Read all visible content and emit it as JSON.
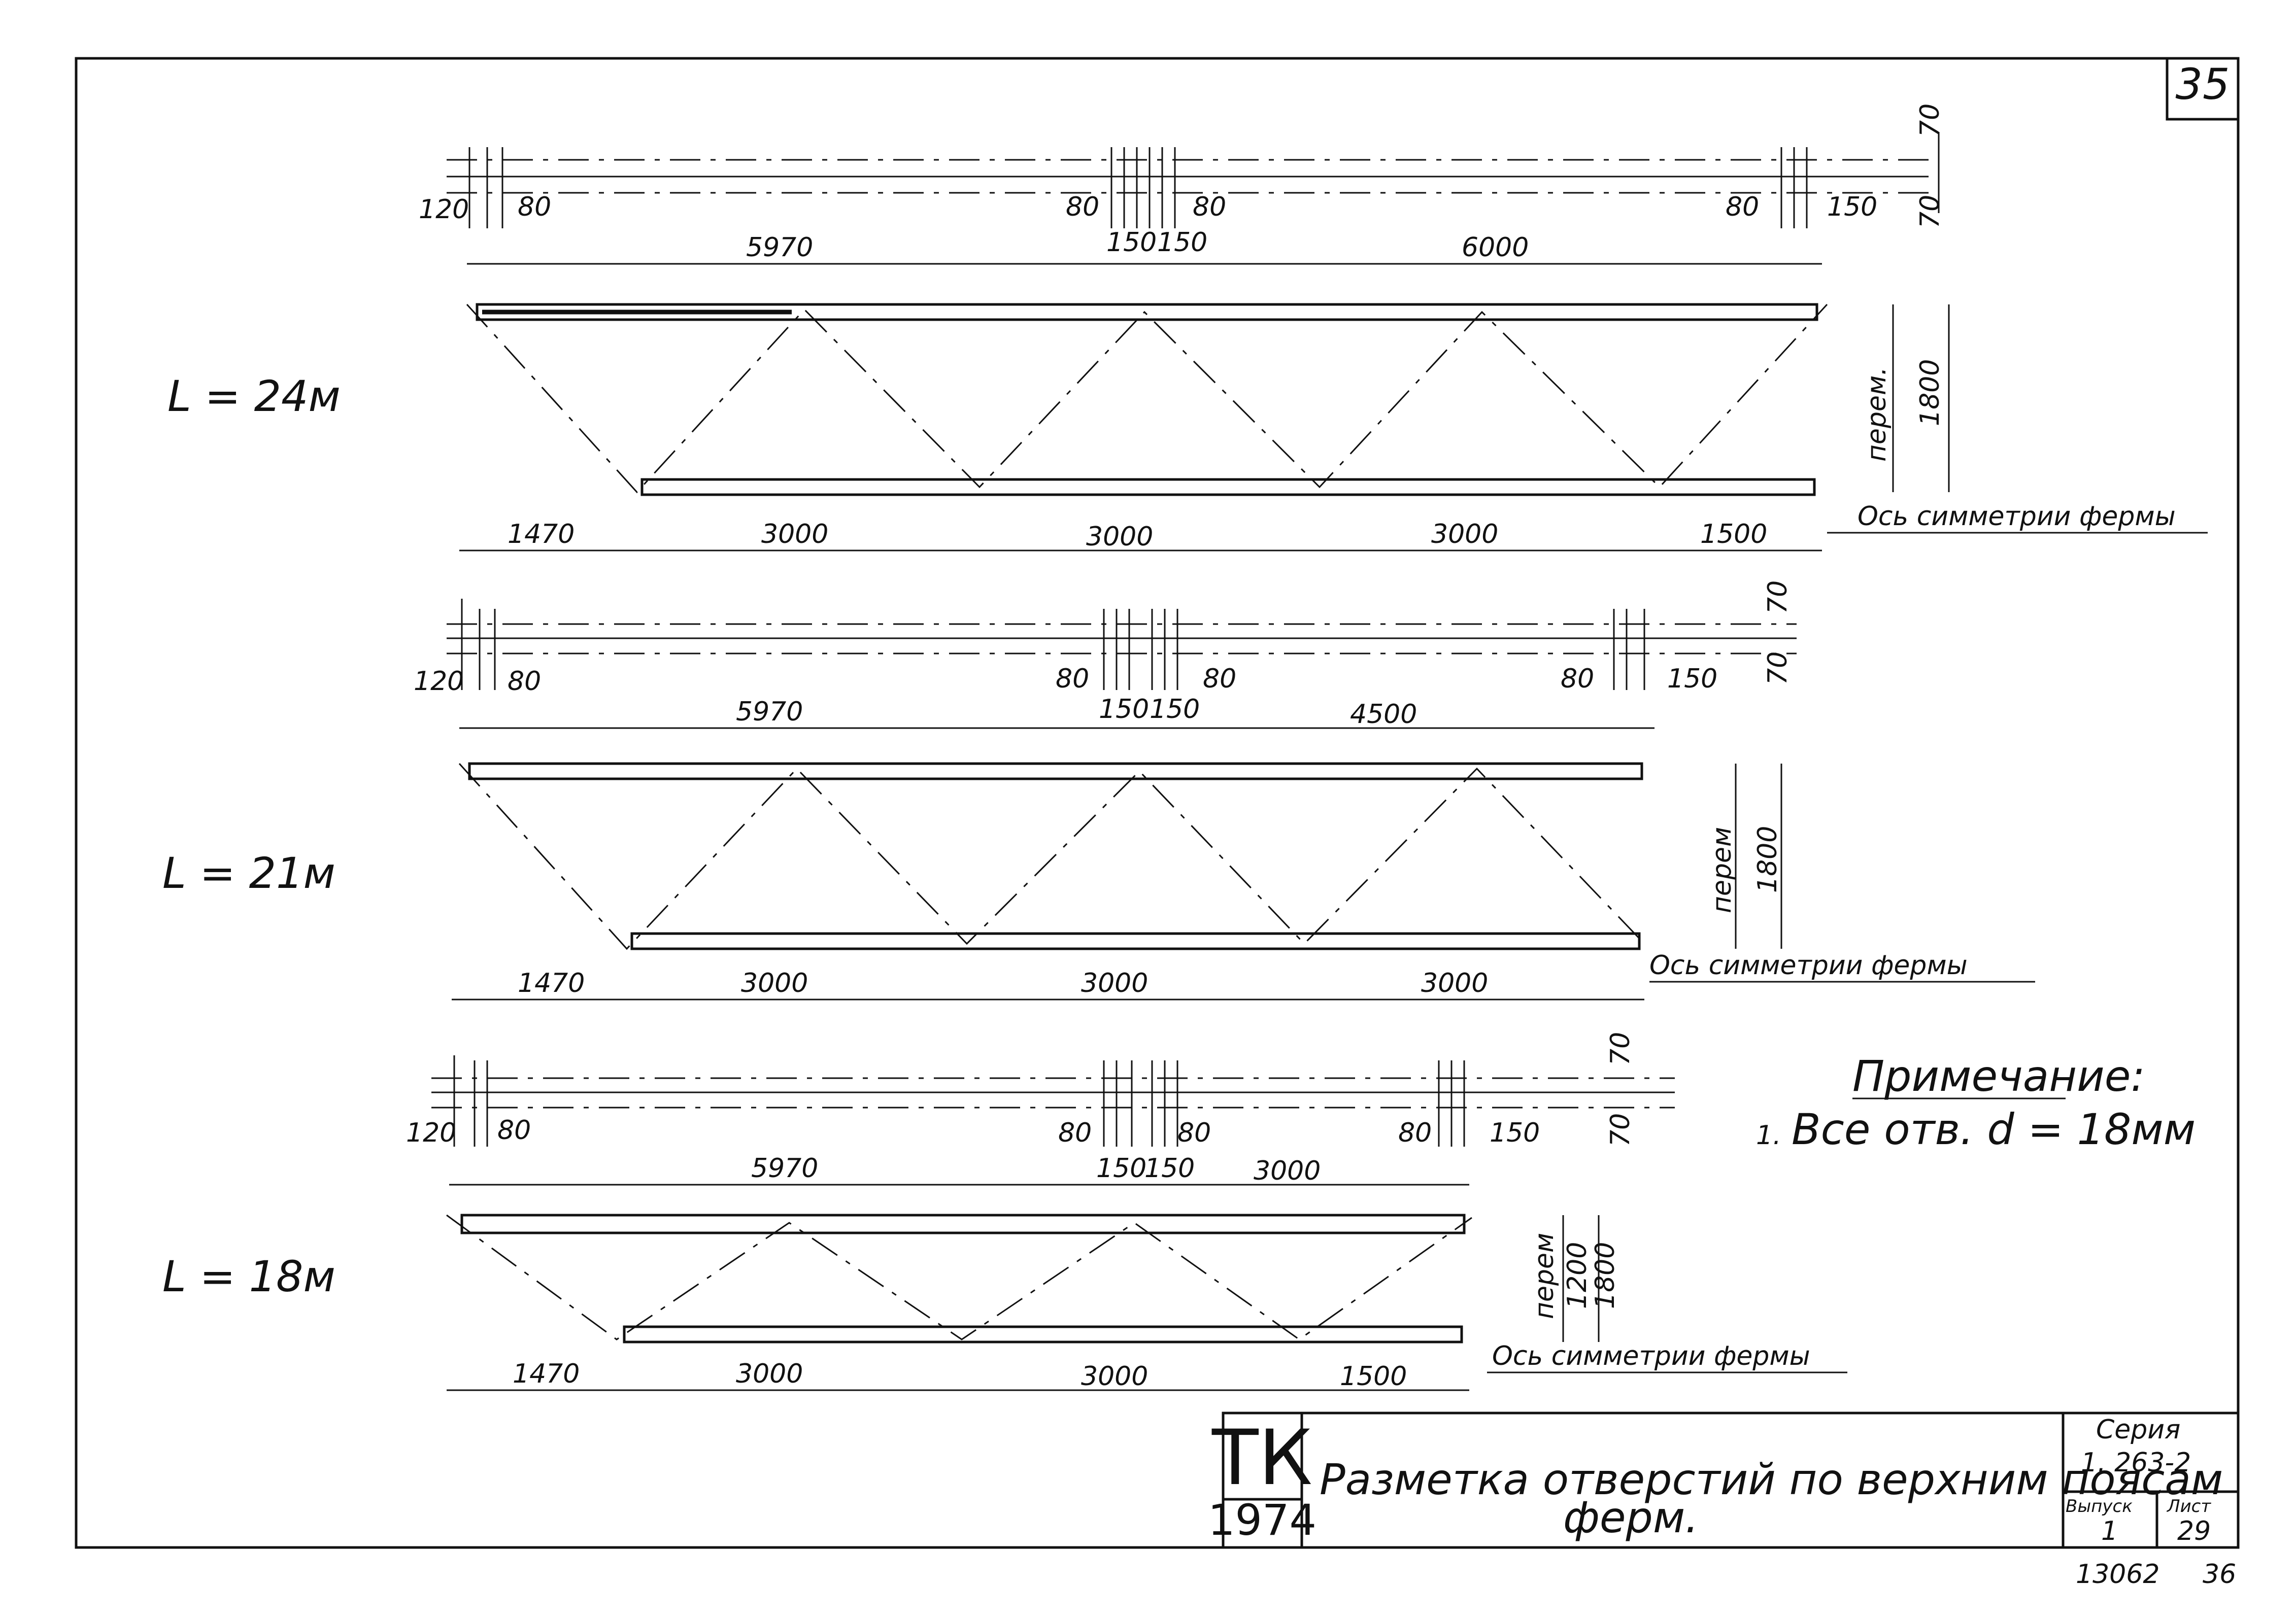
{
  "sheet_number": "35",
  "note": {
    "title": "Примечание:",
    "text": "Все  отв.  d = 18мм",
    "bullet": "1."
  },
  "title_block": {
    "org": "ТК",
    "year": "1974",
    "title_line1": "Разметка отверстий по верхним поясам",
    "title_line2": "ферм.",
    "series_label": "Серия",
    "series_value": "1. 263-2",
    "issue_label": "Выпуск",
    "issue_value": "1",
    "sheet_label": "Лист",
    "sheet_value": "29"
  },
  "footer": {
    "code": "13062",
    "page": "36"
  },
  "trusses": [
    {
      "span_label": "L = 24м",
      "top_dims": [
        "120",
        "80",
        "80",
        "150",
        "150",
        "80",
        "80",
        "150"
      ],
      "spacing": [
        "5970",
        "6000"
      ],
      "edge_dims": [
        "70",
        "70"
      ],
      "height_dims": [
        "перем.",
        "1800"
      ],
      "bottom_dims": [
        "1470",
        "3000",
        "3000",
        "3000",
        "1500"
      ],
      "axis_label": "Ось симметрии фермы"
    },
    {
      "span_label": "L = 21м",
      "top_dims": [
        "120",
        "80",
        "80",
        "150",
        "150",
        "80",
        "80",
        "150"
      ],
      "spacing": [
        "5970",
        "4500"
      ],
      "edge_dims": [
        "70",
        "70"
      ],
      "height_dims": [
        "перем",
        "1800"
      ],
      "bottom_dims": [
        "1470",
        "3000",
        "3000",
        "3000"
      ],
      "axis_label": "Ось симметрии фермы"
    },
    {
      "span_label": "L = 18м",
      "top_dims": [
        "120",
        "80",
        "80",
        "150",
        "150",
        "80",
        "80",
        "150"
      ],
      "spacing": [
        "5970",
        "3000"
      ],
      "edge_dims": [
        "70",
        "70"
      ],
      "height_dims": [
        "перем",
        "1200",
        "1800"
      ],
      "bottom_dims": [
        "1470",
        "3000",
        "3000",
        "1500"
      ],
      "axis_label": "Ось  симметрии фермы"
    }
  ]
}
